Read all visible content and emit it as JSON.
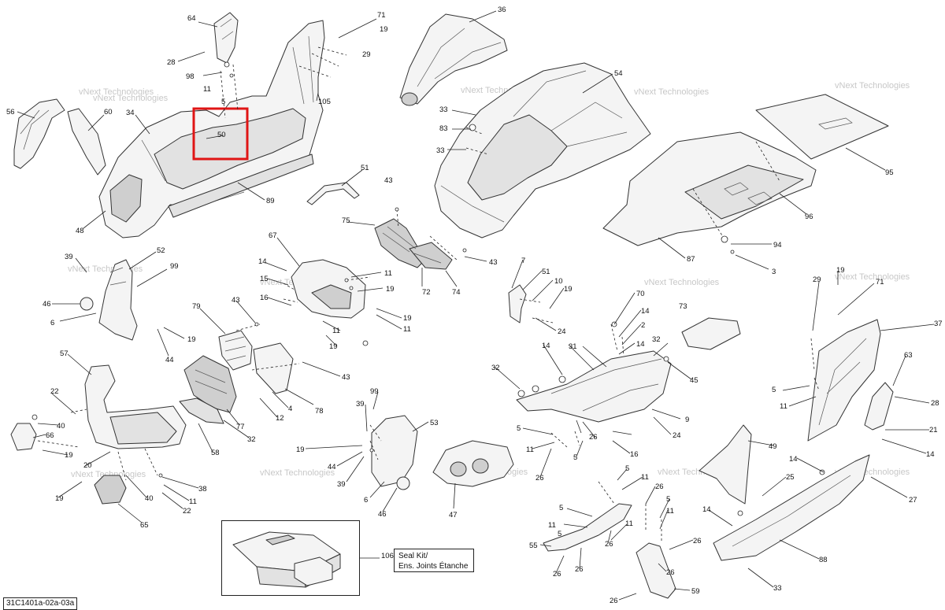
{
  "diagram_ref": "31C1401a-02a-03a",
  "watermark": "vNext Technologies",
  "kit": {
    "number": "106",
    "line1": "Seal Kit/",
    "line2": "Ens. Joints Étanche"
  },
  "callouts": {
    "c01": "64",
    "c02": "28",
    "c03": "98",
    "c04": "11",
    "c05": "5",
    "c06": "71",
    "c07": "19",
    "c08": "29",
    "c09": "105",
    "c10": "56",
    "c11": "60",
    "c12": "34",
    "c13": "50",
    "c14": "89",
    "c15": "48",
    "c16": "36",
    "c17": "54",
    "c18": "33",
    "c19": "83",
    "c20": "33",
    "c21": "95",
    "c22": "96",
    "c23": "87",
    "c24": "94",
    "c25": "3",
    "c26": "51",
    "c27": "43",
    "c28": "75",
    "c29": "43",
    "c30": "72",
    "c31": "74",
    "c32": "39",
    "c33": "52",
    "c34": "99",
    "c35": "46",
    "c36": "6",
    "c37": "19",
    "c38": "44",
    "c39": "67",
    "c40": "14",
    "c41": "15",
    "c42": "16",
    "c43": "11",
    "c44": "19",
    "c45": "19",
    "c46": "11",
    "c47": "11",
    "c48": "19",
    "c49": "79",
    "c50": "43",
    "c51": "43",
    "c52": "78",
    "c53": "12",
    "c54": "4",
    "c55": "77",
    "c56": "32",
    "c57": "58",
    "c58": "57",
    "c59": "22",
    "c60": "40",
    "c61": "66",
    "c62": "19",
    "c63": "20",
    "c64": "19",
    "c65": "40",
    "c66": "65",
    "c67": "38",
    "c68": "11",
    "c69": "22",
    "c70": "7",
    "c71": "51",
    "c72": "10",
    "c73": "19",
    "c74": "24",
    "c75": "70",
    "c76": "14",
    "c77": "2",
    "c78": "14",
    "c79": "31",
    "c80": "32",
    "c81": "45",
    "c82": "73",
    "c83": "32",
    "c84": "9",
    "c85": "24",
    "c86": "14",
    "c87": "16",
    "c88": "5",
    "c89": "11",
    "c90": "5",
    "c91": "26",
    "c92": "26",
    "c93": "99",
    "c94": "39",
    "c95": "19",
    "c96": "44",
    "c97": "39",
    "c98": "53",
    "c99": "6",
    "c100": "46",
    "c101": "47",
    "c102": "19",
    "c103": "29",
    "c104": "71",
    "c105": "37",
    "c106": "63",
    "c107": "28",
    "c108": "5",
    "c109": "11",
    "c110": "21",
    "c111": "14",
    "c112": "49",
    "c113": "14",
    "c114": "25",
    "c115": "27",
    "c116": "14",
    "c117": "88",
    "c118": "33",
    "c119": "5",
    "c120": "11",
    "c121": "5",
    "c122": "26",
    "c123": "11",
    "c124": "5",
    "c125": "11",
    "c126": "11",
    "c127": "5",
    "c128": "55",
    "c129": "26",
    "c130": "26",
    "c131": "26",
    "c132": "26",
    "c133": "59",
    "c134": "26",
    "c135": "26"
  }
}
